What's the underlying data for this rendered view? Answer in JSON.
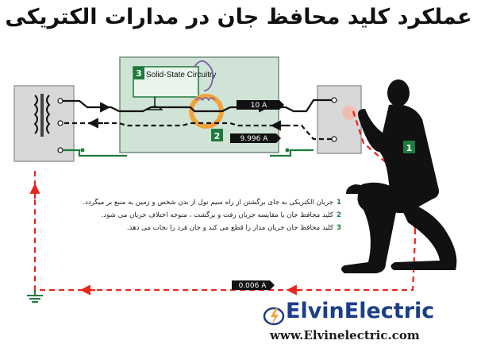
{
  "title": "عملکرد کلید محافظ جان در مدارات الکتریکی",
  "device": {
    "label": "Solid-State Circuitry",
    "box_number": "3",
    "ring_number": "2"
  },
  "readings": {
    "outgoing": "10 A",
    "return": "9.996 A",
    "leak": "0.006 A"
  },
  "person_marker": "1",
  "notes": [
    {
      "num": "1",
      "text": "جریان الکتریکی به جای برگشتن از راه سیم نول از بدن شخص و زمین به منبع بر میگردد."
    },
    {
      "num": "2",
      "text": "کلید محافظ جان با مقایسه جریان رفت و برگشت ، متوجه اختلاف جریان می شود."
    },
    {
      "num": "3",
      "text": "کلید محافظ جان جریان مدار را قطع می کند و جان فرد را نجات می دهد."
    }
  ],
  "brand": {
    "name": "ElvinElectric",
    "url": "www.Elvinelectric.com"
  },
  "colors": {
    "panel": "#cfe4d6",
    "green": "#1f7a3d",
    "red": "#e8251d",
    "ring": "#f2a33a",
    "coil": "#7b5ea7",
    "brand_blue": "#1c3e8a"
  }
}
